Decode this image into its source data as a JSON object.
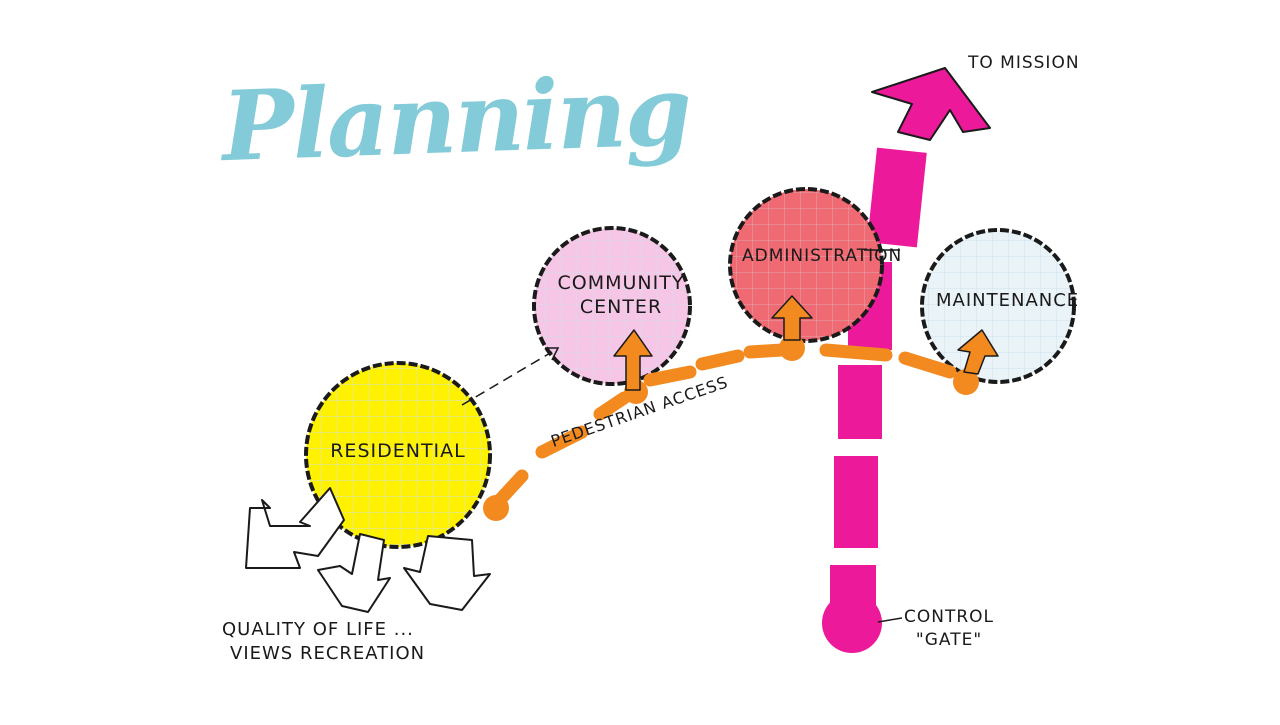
{
  "title": "Planning",
  "colors": {
    "title": "#6fc3d3",
    "residential": "#fff200",
    "community": "#f6c6e6",
    "administration": "#ef6a72",
    "maintenance": "#eaf3f8",
    "road": "#ec1a9a",
    "path": "#f28a1f",
    "ink": "#1a1a1a",
    "grid": "#cfe1ee"
  },
  "nodes": {
    "residential": "RESIDENTIAL",
    "community_line1": "COMMUNITY",
    "community_line2": "CENTER",
    "administration": "ADMINISTRATION",
    "maintenance": "MAINTENANCE"
  },
  "labels": {
    "to_mission": "TO MISSION",
    "pedestrian_access": "PEDESTRIAN ACCESS",
    "control_gate_line1": "CONTROL",
    "control_gate_line2": "\"GATE\"",
    "quality_line1": "QUALITY OF LIFE ...",
    "quality_line2": "VIEWS RECREATION"
  }
}
